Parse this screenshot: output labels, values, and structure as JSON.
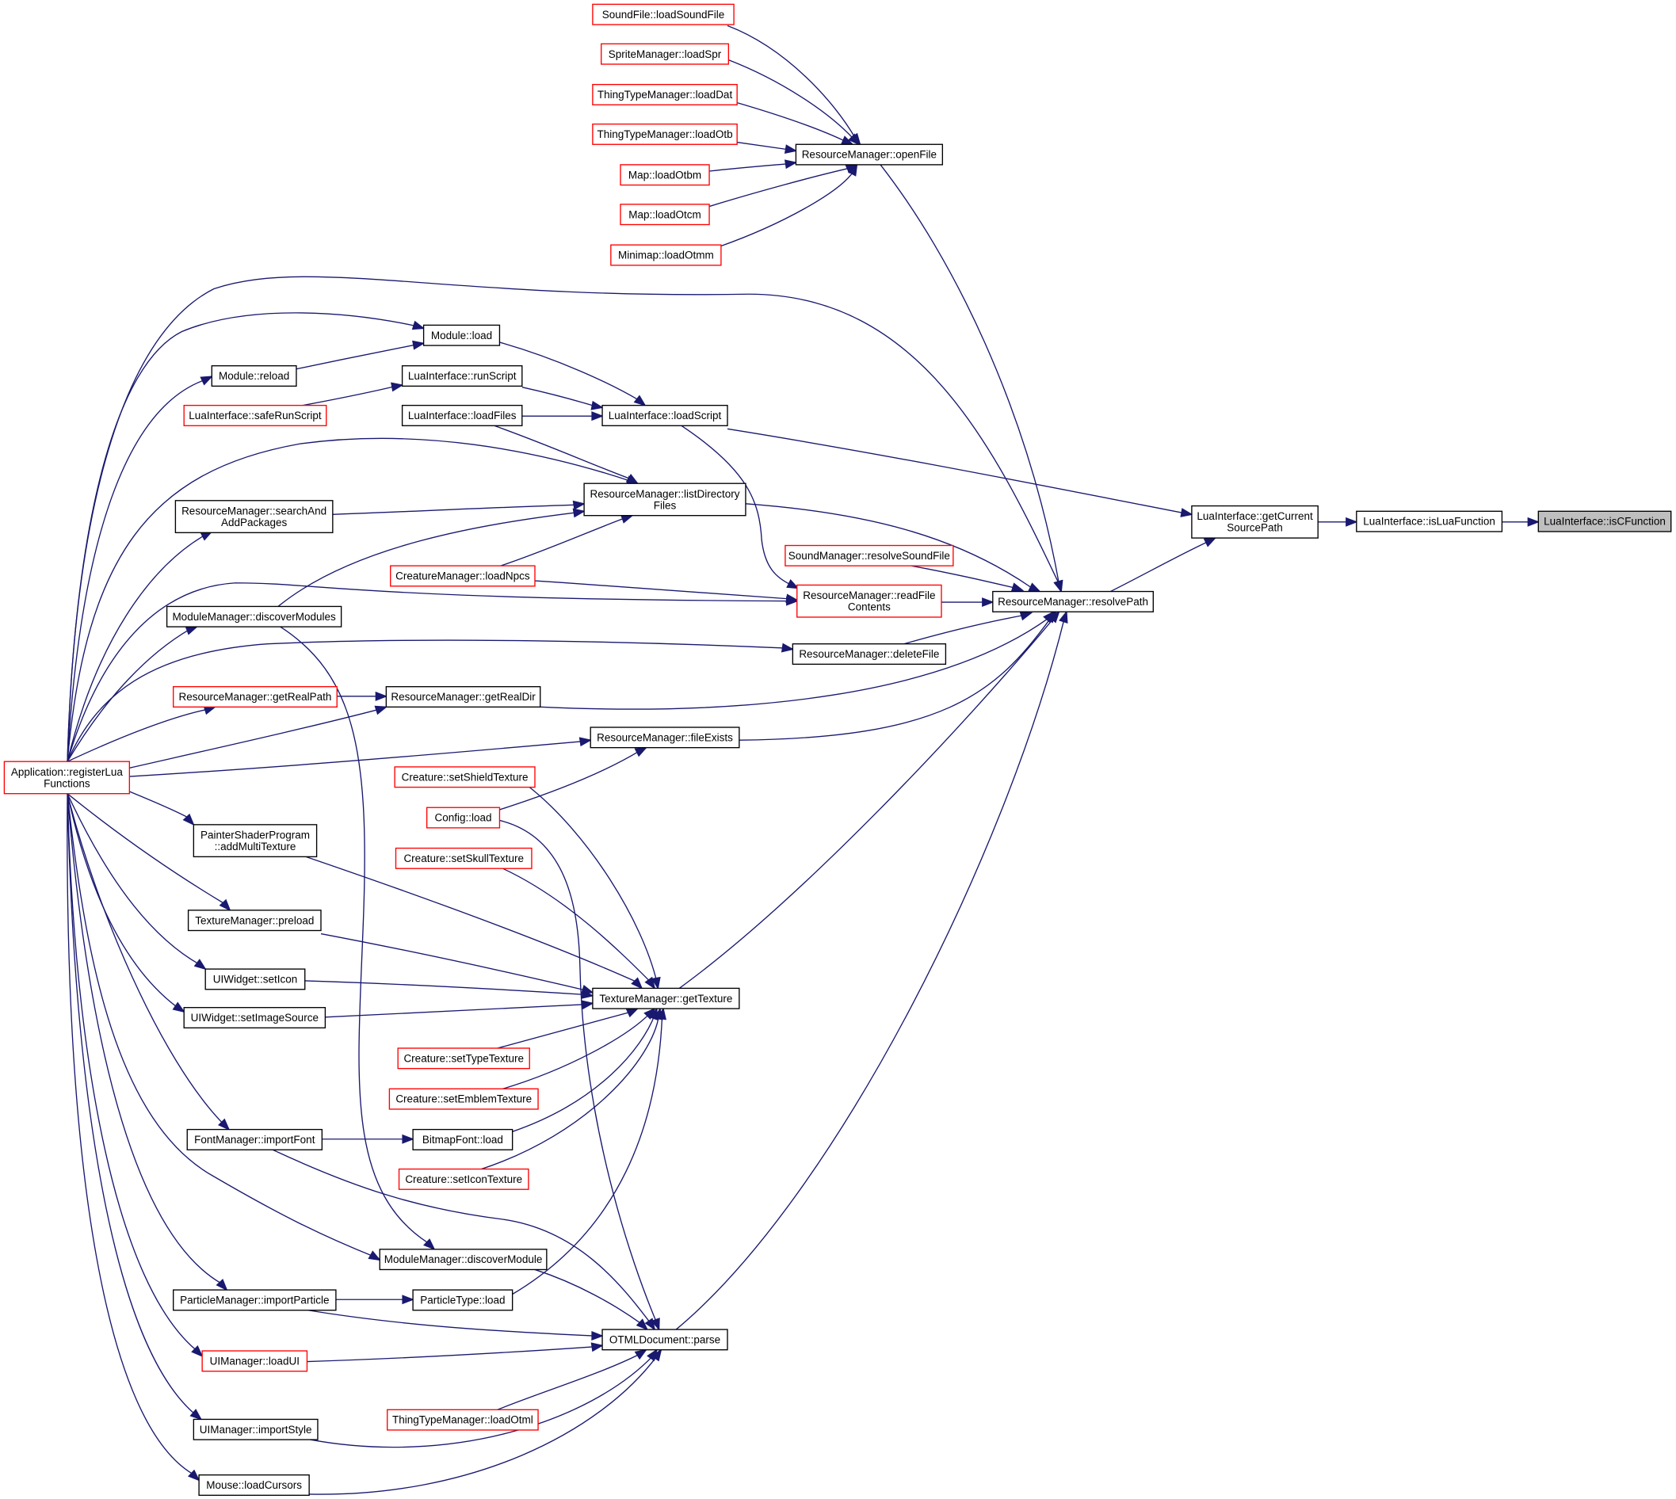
{
  "colors": {
    "edge": "#191970",
    "box_border_default": "#000000",
    "box_border_truncated": "#ff0000",
    "highlight_fill": "#bfbfbf"
  },
  "nodes": {
    "soundfile_loadsoundfile": {
      "lines": [
        "SoundFile::loadSoundFile"
      ],
      "border": "red"
    },
    "spritemanager_loadspr": {
      "lines": [
        "SpriteManager::loadSpr"
      ],
      "border": "red"
    },
    "thingtypemanager_loaddat": {
      "lines": [
        "ThingTypeManager::loadDat"
      ],
      "border": "red"
    },
    "thingtypemanager_loadotb": {
      "lines": [
        "ThingTypeManager::loadOtb"
      ],
      "border": "red"
    },
    "map_loadotbm": {
      "lines": [
        "Map::loadOtbm"
      ],
      "border": "red"
    },
    "map_loadotcm": {
      "lines": [
        "Map::loadOtcm"
      ],
      "border": "red"
    },
    "minimap_loadotmm": {
      "lines": [
        "Minimap::loadOtmm"
      ],
      "border": "red"
    },
    "resourcemanager_openfile": {
      "lines": [
        "ResourceManager::openFile"
      ],
      "border": "black"
    },
    "module_load": {
      "lines": [
        "Module::load"
      ],
      "border": "black"
    },
    "module_reload": {
      "lines": [
        "Module::reload"
      ],
      "border": "black"
    },
    "luainterface_runscript": {
      "lines": [
        "LuaInterface::runScript"
      ],
      "border": "black"
    },
    "luainterface_saferunscript": {
      "lines": [
        "LuaInterface::safeRunScript"
      ],
      "border": "red"
    },
    "luainterface_loadfiles": {
      "lines": [
        "LuaInterface::loadFiles"
      ],
      "border": "black"
    },
    "luainterface_loadscript": {
      "lines": [
        "LuaInterface::loadScript"
      ],
      "border": "black"
    },
    "resourcemanager_listdirectoryfiles": {
      "lines": [
        "ResourceManager::listDirectory",
        "Files"
      ],
      "border": "black"
    },
    "resourcemanager_searchandaddpackages": {
      "lines": [
        "ResourceManager::searchAnd",
        "AddPackages"
      ],
      "border": "black"
    },
    "creaturemanager_loadnpcs": {
      "lines": [
        "CreatureManager::loadNpcs"
      ],
      "border": "red"
    },
    "soundmanager_resolvesoundfile": {
      "lines": [
        "SoundManager::resolveSoundFile"
      ],
      "border": "red"
    },
    "resourcemanager_readfilecontents": {
      "lines": [
        "ResourceManager::readFile",
        "Contents"
      ],
      "border": "red"
    },
    "resourcemanager_resolvepath": {
      "lines": [
        "ResourceManager::resolvePath"
      ],
      "border": "black"
    },
    "luainterface_getcurrentsourcepath": {
      "lines": [
        "LuaInterface::getCurrent",
        "SourcePath"
      ],
      "border": "black"
    },
    "luainterface_isluafunction": {
      "lines": [
        "LuaInterface::isLuaFunction"
      ],
      "border": "black"
    },
    "luainterface_iscfunction": {
      "lines": [
        "LuaInterface::isCFunction"
      ],
      "border": "black",
      "highlight": true
    },
    "modulemanager_discovermodules": {
      "lines": [
        "ModuleManager::discoverModules"
      ],
      "border": "black"
    },
    "resourcemanager_deletefile": {
      "lines": [
        "ResourceManager::deleteFile"
      ],
      "border": "black"
    },
    "resourcemanager_getrealpath": {
      "lines": [
        "ResourceManager::getRealPath"
      ],
      "border": "red"
    },
    "resourcemanager_getrealdir": {
      "lines": [
        "ResourceManager::getRealDir"
      ],
      "border": "black"
    },
    "resourcemanager_fileexists": {
      "lines": [
        "ResourceManager::fileExists"
      ],
      "border": "black"
    },
    "application_registerluafunctions": {
      "lines": [
        "Application::registerLua",
        "Functions"
      ],
      "border": "red"
    },
    "creature_setshieldtexture": {
      "lines": [
        "Creature::setShieldTexture"
      ],
      "border": "red"
    },
    "config_load": {
      "lines": [
        "Config::load"
      ],
      "border": "red"
    },
    "paintershaderprogram_addmultitexture": {
      "lines": [
        "PainterShaderProgram",
        "::addMultiTexture"
      ],
      "border": "black"
    },
    "creature_setskulltexture": {
      "lines": [
        "Creature::setSkullTexture"
      ],
      "border": "red"
    },
    "texturemanager_preload": {
      "lines": [
        "TextureManager::preload"
      ],
      "border": "black"
    },
    "uiwidget_seticon": {
      "lines": [
        "UIWidget::setIcon"
      ],
      "border": "black"
    },
    "texturemanager_gettexture": {
      "lines": [
        "TextureManager::getTexture"
      ],
      "border": "black"
    },
    "uiwidget_setimagesource": {
      "lines": [
        "UIWidget::setImageSource"
      ],
      "border": "black"
    },
    "creature_settypetexture": {
      "lines": [
        "Creature::setTypeTexture"
      ],
      "border": "red"
    },
    "creature_setemblemtexture": {
      "lines": [
        "Creature::setEmblemTexture"
      ],
      "border": "red"
    },
    "fontmanager_importfont": {
      "lines": [
        "FontManager::importFont"
      ],
      "border": "black"
    },
    "bitmapfont_load": {
      "lines": [
        "BitmapFont::load"
      ],
      "border": "black"
    },
    "creature_seticontexture": {
      "lines": [
        "Creature::setIconTexture"
      ],
      "border": "red"
    },
    "modulemanager_discovermodule": {
      "lines": [
        "ModuleManager::discoverModule"
      ],
      "border": "black"
    },
    "particlemanager_importparticle": {
      "lines": [
        "ParticleManager::importParticle"
      ],
      "border": "black"
    },
    "particletype_load": {
      "lines": [
        "ParticleType::load"
      ],
      "border": "black"
    },
    "otmldocument_parse": {
      "lines": [
        "OTMLDocument::parse"
      ],
      "border": "black"
    },
    "uimanager_loadui": {
      "lines": [
        "UIManager::loadUI"
      ],
      "border": "red"
    },
    "thingtypemanager_loadotml": {
      "lines": [
        "ThingTypeManager::loadOtml"
      ],
      "border": "red"
    },
    "uimanager_importstyle": {
      "lines": [
        "UIManager::importStyle"
      ],
      "border": "black"
    },
    "mouse_loadcursors": {
      "lines": [
        "Mouse::loadCursors"
      ],
      "border": "black"
    }
  },
  "edges": [
    [
      "soundfile_loadsoundfile",
      "resourcemanager_openfile"
    ],
    [
      "spritemanager_loadspr",
      "resourcemanager_openfile"
    ],
    [
      "thingtypemanager_loaddat",
      "resourcemanager_openfile"
    ],
    [
      "thingtypemanager_loadotb",
      "resourcemanager_openfile"
    ],
    [
      "map_loadotbm",
      "resourcemanager_openfile"
    ],
    [
      "map_loadotcm",
      "resourcemanager_openfile"
    ],
    [
      "minimap_loadotmm",
      "resourcemanager_openfile"
    ],
    [
      "resourcemanager_openfile",
      "resourcemanager_resolvepath"
    ],
    [
      "module_reload",
      "module_load"
    ],
    [
      "luainterface_saferunscript",
      "luainterface_runscript"
    ],
    [
      "module_load",
      "luainterface_loadscript"
    ],
    [
      "luainterface_runscript",
      "luainterface_loadscript"
    ],
    [
      "luainterface_loadfiles",
      "luainterface_loadscript"
    ],
    [
      "luainterface_loadscript",
      "luainterface_getcurrentsourcepath"
    ],
    [
      "luainterface_loadscript",
      "resourcemanager_readfilecontents"
    ],
    [
      "luainterface_loadfiles",
      "resourcemanager_listdirectoryfiles"
    ],
    [
      "resourcemanager_searchandaddpackages",
      "resourcemanager_listdirectoryfiles"
    ],
    [
      "creaturemanager_loadnpcs",
      "resourcemanager_listdirectoryfiles"
    ],
    [
      "modulemanager_discovermodules",
      "resourcemanager_listdirectoryfiles"
    ],
    [
      "resourcemanager_listdirectoryfiles",
      "resourcemanager_resolvepath"
    ],
    [
      "creaturemanager_loadnpcs",
      "resourcemanager_readfilecontents"
    ],
    [
      "soundmanager_resolvesoundfile",
      "resourcemanager_resolvepath"
    ],
    [
      "resourcemanager_readfilecontents",
      "resourcemanager_resolvepath"
    ],
    [
      "resourcemanager_deletefile",
      "resourcemanager_resolvepath"
    ],
    [
      "resourcemanager_getrealdir",
      "resourcemanager_resolvepath"
    ],
    [
      "resourcemanager_fileexists",
      "resourcemanager_resolvepath"
    ],
    [
      "texturemanager_gettexture",
      "resourcemanager_resolvepath"
    ],
    [
      "otmldocument_parse",
      "resourcemanager_resolvepath"
    ],
    [
      "resourcemanager_resolvepath",
      "luainterface_getcurrentsourcepath"
    ],
    [
      "luainterface_getcurrentsourcepath",
      "luainterface_isluafunction"
    ],
    [
      "luainterface_isluafunction",
      "luainterface_iscfunction"
    ],
    [
      "resourcemanager_getrealpath",
      "resourcemanager_getrealdir"
    ],
    [
      "config_load",
      "resourcemanager_fileexists"
    ],
    [
      "application_registerluafunctions",
      "module_load"
    ],
    [
      "application_registerluafunctions",
      "module_reload"
    ],
    [
      "application_registerluafunctions",
      "resourcemanager_searchandaddpackages"
    ],
    [
      "application_registerluafunctions",
      "resourcemanager_listdirectoryfiles"
    ],
    [
      "application_registerluafunctions",
      "resourcemanager_resolvepath"
    ],
    [
      "application_registerluafunctions",
      "resourcemanager_readfilecontents"
    ],
    [
      "application_registerluafunctions",
      "modulemanager_discovermodules"
    ],
    [
      "application_registerluafunctions",
      "resourcemanager_deletefile"
    ],
    [
      "application_registerluafunctions",
      "resourcemanager_getrealpath"
    ],
    [
      "application_registerluafunctions",
      "resourcemanager_getrealdir"
    ],
    [
      "application_registerluafunctions",
      "resourcemanager_fileexists"
    ],
    [
      "application_registerluafunctions",
      "paintershaderprogram_addmultitexture"
    ],
    [
      "application_registerluafunctions",
      "texturemanager_preload"
    ],
    [
      "application_registerluafunctions",
      "uiwidget_seticon"
    ],
    [
      "application_registerluafunctions",
      "uiwidget_setimagesource"
    ],
    [
      "application_registerluafunctions",
      "fontmanager_importfont"
    ],
    [
      "application_registerluafunctions",
      "modulemanager_discovermodule"
    ],
    [
      "application_registerluafunctions",
      "particlemanager_importparticle"
    ],
    [
      "application_registerluafunctions",
      "uimanager_loadui"
    ],
    [
      "application_registerluafunctions",
      "uimanager_importstyle"
    ],
    [
      "application_registerluafunctions",
      "mouse_loadcursors"
    ],
    [
      "creature_setshieldtexture",
      "texturemanager_gettexture"
    ],
    [
      "creature_setskulltexture",
      "texturemanager_gettexture"
    ],
    [
      "paintershaderprogram_addmultitexture",
      "texturemanager_gettexture"
    ],
    [
      "texturemanager_preload",
      "texturemanager_gettexture"
    ],
    [
      "uiwidget_seticon",
      "texturemanager_gettexture"
    ],
    [
      "uiwidget_setimagesource",
      "texturemanager_gettexture"
    ],
    [
      "creature_settypetexture",
      "texturemanager_gettexture"
    ],
    [
      "creature_setemblemtexture",
      "texturemanager_gettexture"
    ],
    [
      "bitmapfont_load",
      "texturemanager_gettexture"
    ],
    [
      "creature_seticontexture",
      "texturemanager_gettexture"
    ],
    [
      "particletype_load",
      "texturemanager_gettexture"
    ],
    [
      "fontmanager_importfont",
      "bitmapfont_load"
    ],
    [
      "particlemanager_importparticle",
      "particletype_load"
    ],
    [
      "modulemanager_discovermodules",
      "modulemanager_discovermodule"
    ],
    [
      "config_load",
      "otmldocument_parse"
    ],
    [
      "fontmanager_importfont",
      "otmldocument_parse"
    ],
    [
      "modulemanager_discovermodule",
      "otmldocument_parse"
    ],
    [
      "particlemanager_importparticle",
      "otmldocument_parse"
    ],
    [
      "uimanager_loadui",
      "otmldocument_parse"
    ],
    [
      "thingtypemanager_loadotml",
      "otmldocument_parse"
    ],
    [
      "uimanager_importstyle",
      "otmldocument_parse"
    ],
    [
      "mouse_loadcursors",
      "otmldocument_parse"
    ]
  ]
}
